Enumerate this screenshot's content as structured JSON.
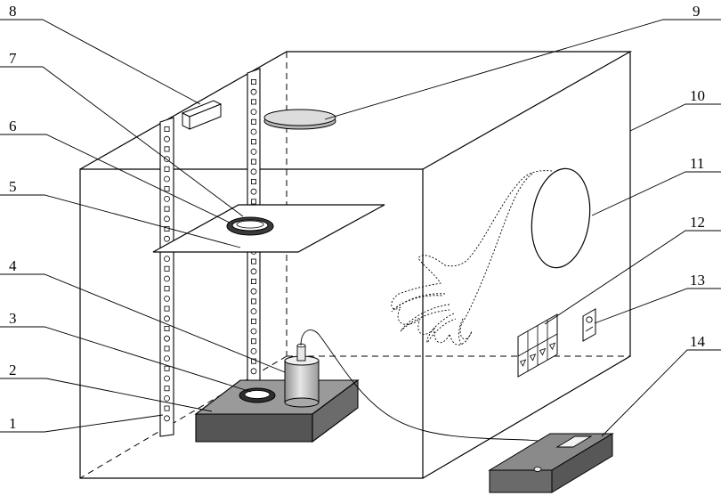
{
  "labels": {
    "l1": "1",
    "l2": "2",
    "l3": "3",
    "l4": "4",
    "l5": "5",
    "l6": "6",
    "l7": "7",
    "l8": "8",
    "l9": "9",
    "l10": "10",
    "l11": "11",
    "l12": "12",
    "l13": "13",
    "l14": "14"
  },
  "colors": {
    "line": "#000000",
    "dark_block": "#555555",
    "light_disc": "#d4d4d4",
    "cylinder": "#bdbdbd",
    "device": "#6a6a6a"
  }
}
